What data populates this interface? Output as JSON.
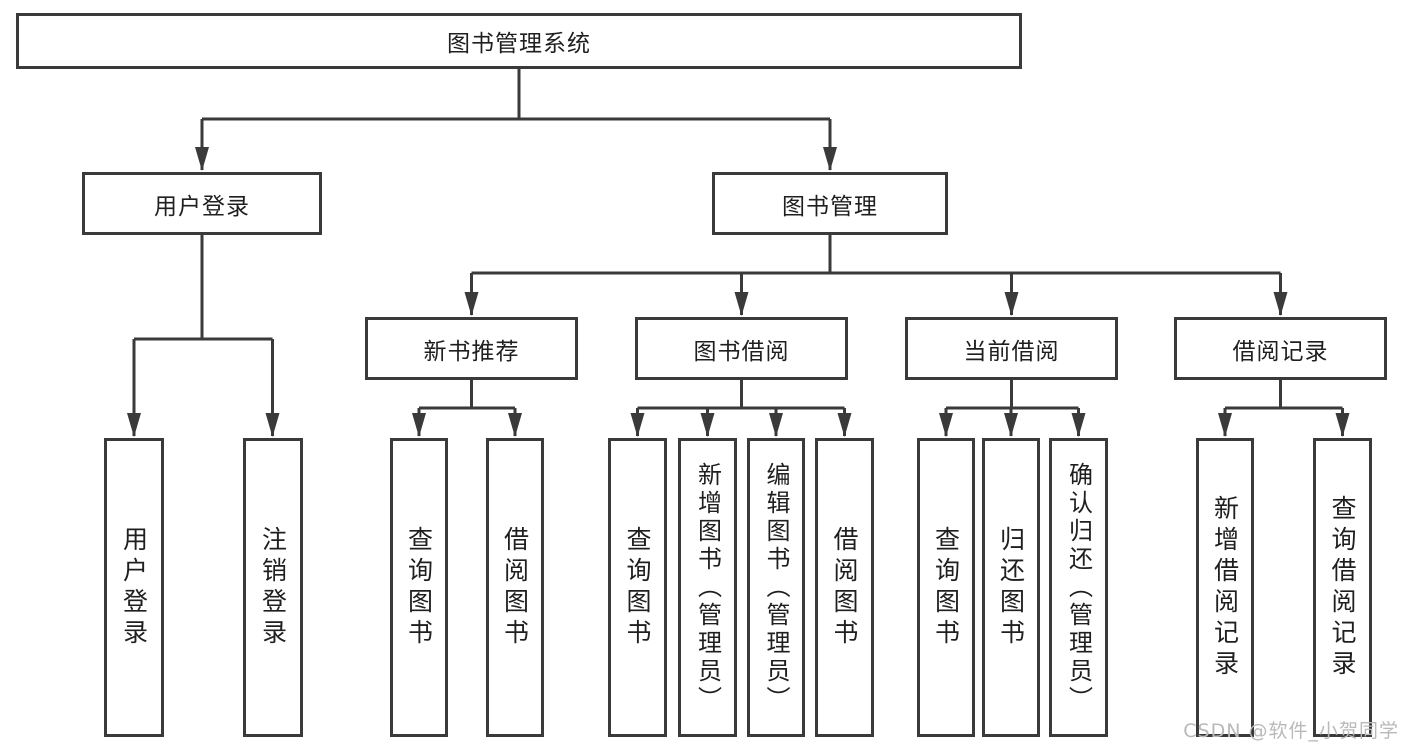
{
  "diagram": {
    "root": "图书管理系统",
    "user_login": {
      "label": "用户登录",
      "children": [
        "用户登录",
        "注销登录"
      ]
    },
    "book_mgmt": {
      "label": "图书管理",
      "sections": {
        "new_books": {
          "label": "新书推荐",
          "children": [
            "查询图书",
            "借阅图书"
          ]
        },
        "borrowing": {
          "label": "图书借阅",
          "children": [
            "查询图书",
            "新增图书（管理员）",
            "编辑图书（管理员）",
            "借阅图书"
          ]
        },
        "current": {
          "label": "当前借阅",
          "children": [
            "查询图书",
            "归还图书",
            "确认归还（管理员）"
          ]
        },
        "records": {
          "label": "借阅记录",
          "children": [
            "新增借阅记录",
            "查询借阅记录"
          ]
        }
      }
    }
  },
  "watermark": {
    "text": "CSDN @软件_小贺同学"
  },
  "colors": {
    "background": "#ffffff",
    "line": "#3a3a3a",
    "box_border": "#3a3a3a",
    "text": "#1f1f1f",
    "watermark": "#b9b9b9"
  }
}
